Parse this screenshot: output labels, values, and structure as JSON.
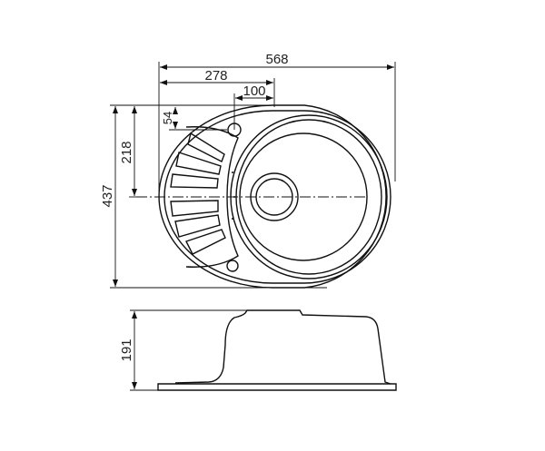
{
  "drawing": {
    "title": "Kitchen sink technical drawing",
    "views": [
      "top-view",
      "side-view"
    ],
    "dimensions": {
      "overall_width": "568",
      "drain_offset": "278",
      "tap_hole_offset": "100",
      "tap_hole_vertical": "54",
      "center_height": "218",
      "overall_depth": "437",
      "bowl_height": "191"
    },
    "line_color": "#111111",
    "background_color": "#ffffff"
  }
}
